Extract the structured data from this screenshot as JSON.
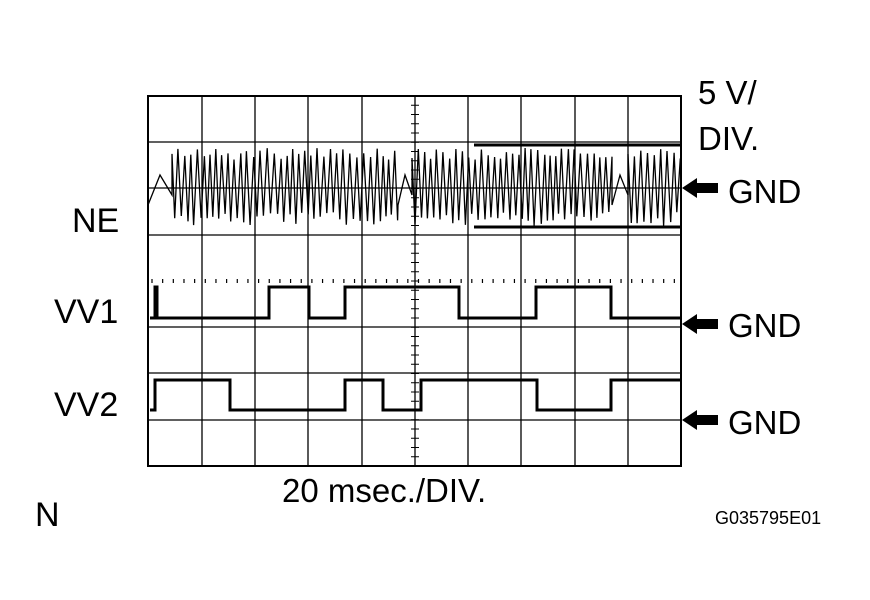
{
  "scale": {
    "volts_line1": "5 V/",
    "volts_line2": "DIV.",
    "time": "20 msec./DIV."
  },
  "channels": [
    {
      "name": "NE",
      "ground_label": "GND"
    },
    {
      "name": "VV1",
      "ground_label": "GND"
    },
    {
      "name": "VV2",
      "ground_label": "GND"
    }
  ],
  "corner_label": "N",
  "figure_code": "G035795E01"
}
